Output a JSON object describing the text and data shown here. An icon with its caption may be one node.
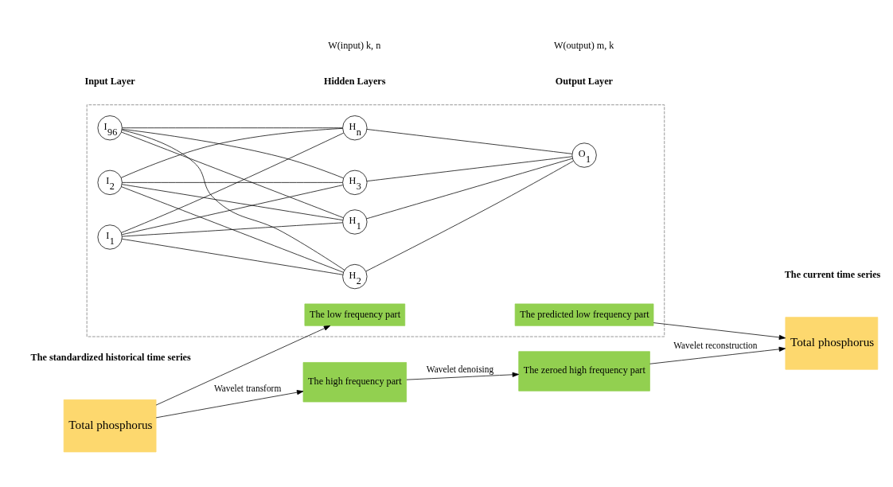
{
  "diagram": {
    "nodes": [
      {
        "text": [],
        "shape": "box"
      },
      {
        "text": [
          "Total phosphorus"
        ]
      },
      {
        "text": [
          "The low frequency part"
        ],
        "in": 0
      },
      {
        "text": [
          "I$_{1}$"
        ],
        "in": 0
      },
      {
        "text": [
          "I$_{2}$"
        ],
        "in": 0
      },
      {
        "text": [
          "I$_{96}$"
        ],
        "in": 0
      },
      {
        "text": [
          "H$_{1}$"
        ],
        "in": 0
      },
      {
        "text": [
          "H$_{2}$"
        ],
        "in": 0
      },
      {
        "text": [
          "H$_{3}$"
        ],
        "in": 0
      },
      {
        "text": [
          "H$_{n}$"
        ],
        "in": 0
      },
      {
        "text": [
          "O$_{1}$"
        ],
        "in": 0
      },
      {
        "text": [
          "The predicted low frequency part"
        ],
        "in": 0
      },
      {
        "text": [
          "Total phosphorus"
        ]
      },
      {
        "text": [
          "The high frequency part"
        ]
      },
      {
        "text": [
          "The zeroed high frequency part"
        ]
      }
    ],
    "edges": [
      {
        "from": 1,
        "to": 2,
        "arrow": "to"
      },
      {
        "from": 3,
        "to": 6,
        "arrow": "none"
      },
      {
        "from": 3,
        "to": 7,
        "arrow": "none"
      },
      {
        "from": 3,
        "to": 8,
        "arrow": "none"
      },
      {
        "from": 3,
        "to": 9,
        "arrow": "none"
      },
      {
        "from": 4,
        "to": 6,
        "arrow": "none"
      },
      {
        "from": 4,
        "to": 7,
        "arrow": "none"
      },
      {
        "from": 4,
        "to": 8,
        "arrow": "none"
      },
      {
        "from": 4,
        "to": 9,
        "arrow": "none"
      },
      {
        "from": 5,
        "to": 6,
        "arrow": "none"
      },
      {
        "from": 5,
        "to": 7,
        "arrow": "none"
      },
      {
        "from": 5,
        "to": 8,
        "arrow": "none"
      },
      {
        "from": 5,
        "to": 9,
        "arrow": "none"
      },
      {
        "from": 6,
        "to": 10,
        "arrow": "none"
      },
      {
        "from": 7,
        "to": 10,
        "arrow": "none"
      },
      {
        "from": 8,
        "to": 10,
        "arrow": "none"
      },
      {
        "from": 9,
        "to": 10,
        "arrow": "none"
      },
      {
        "from": 11,
        "to": 12,
        "arrow": "to"
      },
      {
        "from": 1,
        "to": 13,
        "label": "Wavelet transform",
        "arrow": "to"
      },
      {
        "from": 13,
        "to": 14,
        "label": "Wavelet denoising",
        "arrow": "to"
      },
      {
        "from": 14,
        "to": 12,
        "label": "Wavelet reconstruction",
        "arrow": "to"
      }
    ],
    "labels": [
      "The standardized historical time series",
      "Input Layer",
      "Hidden Layers",
      "Output Layer",
      "The current time series",
      "W(input) k, n",
      "W(output) m, k"
    ]
  }
}
